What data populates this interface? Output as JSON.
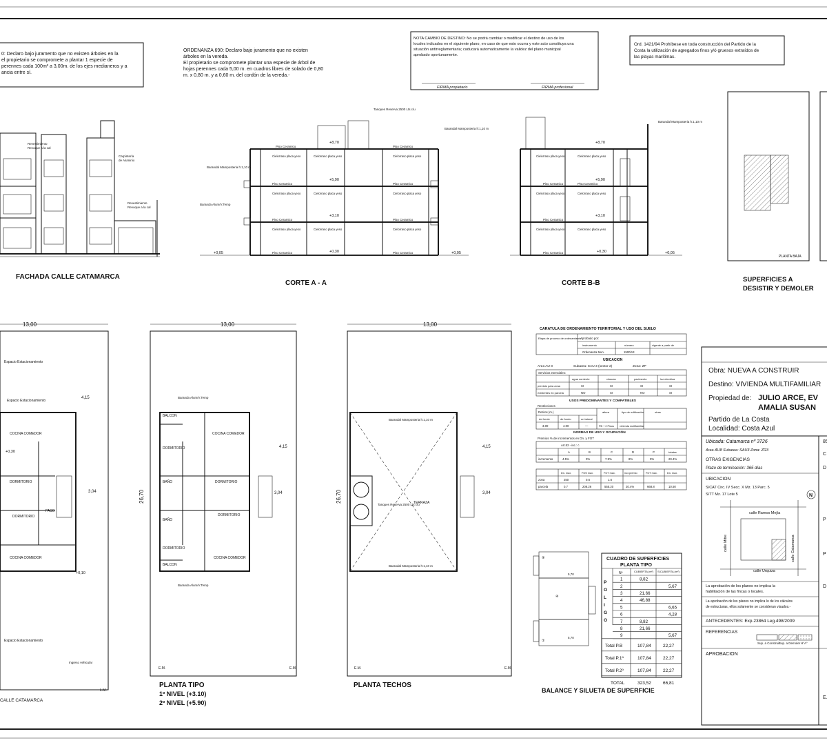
{
  "notes": {
    "left_1": "0: Declaro bajo juramento que no existen árboles en la",
    "left_2": "el propietario se compromete a plantar  1 especie de",
    "left_3": "perennes cada 100m² a 3,00m. de los ejes medianeros y a",
    "left_4": "ancia entre sí.",
    "ord690_1": "ORDENANZA 690: Declaro bajo juramento que no existen",
    "ord690_2": "árboles en la vereda.",
    "ord690_3": "El propietario se compromete  plantar una especie de árbol de",
    "ord690_4": "hojas perennes cada 5,00 m. en cuadros libres de solado de 0,80",
    "ord690_5": "m. x 0,80 m. y a 0,60 m. del cordón de la vereda.-",
    "cambio_1": "NOTA CAMBIO DE DESTINO: No se podrá cambiar o modificar el  destino de uso de los",
    "cambio_2": "locales  indicados en el siguiente plano, en caso de que esto ocurra y este acto constituya una",
    "cambio_3": "situación antirreglamentaria; caducará automaticamente la validez del plano municipal",
    "cambio_4": "aprobado oportunamente.",
    "firma_propietario": "FIRMA propietario",
    "firma_profesional": "FIRMA profesional",
    "ord1421_1": "Ord. 1421/94 Prohíbese en toda construcción del Partido de la",
    "ord1421_2": "Costa la utilización de agregados finos y/ó gruesos extraídos de",
    "ord1421_3": "las playas marítimas."
  },
  "drawings": {
    "fachada": "FACHADA CALLE CATAMARCA",
    "corte_a": "CORTE A - A",
    "corte_b": "CORTE B-B",
    "superficies_1": "SUPERFICIES A",
    "superficies_2": "DESISTIR Y DEMOLER",
    "planta_baja_label": "PLANTA BAJA",
    "calle_catamarca": "CALLE CATAMARCA",
    "planta_tipo": "PLANTA TIPO",
    "nivel_1": "1º NIVEL (+3.10)",
    "nivel_2": "2º NIVEL (+5.90)",
    "planta_techos": "PLANTA TECHOS",
    "balance": "BALANCE Y SILUETA DE SUPERFICIE",
    "dim_13": "13,00",
    "dim_26": "26,70",
    "dim_415": "4,15",
    "dim_304": "3,04",
    "terraza": "TERRAZA",
    "tanques": "Tanques Reserva 2500 Lts c/u",
    "balcon": "BALCON",
    "dormitorio": "DORMITORIO",
    "cocina_comedor": "COCINA COMEDOR",
    "bano": "BAÑO",
    "paso": "PASO",
    "espacio_estac": "Espacio Estacionamiento",
    "piso_ceramico": "Piso Ceramico",
    "cielorraso": "Cielorraso placa yeso",
    "baranda": "Baranda Alum/V.Temp",
    "baranda_mamp": "Barandal Mamposteria h:1,10 m",
    "lm": "L.M.",
    "em": "E.M.",
    "level_870": "+8,70",
    "level_590": "+5,90",
    "level_310": "+3,10",
    "level_030": "+0,30",
    "level_005": "+0,05",
    "ingreso_vehicular": "Ingreso vehicular"
  },
  "caratula": {
    "title": "CARATULA DE ORDENAMIENTO TERRITORIAL Y USO DEL SUELO",
    "etapa": "Etapa de proceso de ordenamiento",
    "aprobado_por": "Aprobado por:",
    "instrumento": "instrumento",
    "numero": "número",
    "vigente": "vigente a partir de",
    "ordenanza": "Ordenanza Mun.",
    "num": "1500/13",
    "ubicacion": "UBICACION",
    "area": "Area  AU 8",
    "subarea": "Subarea:  SAU 3 (sector 2)",
    "zona": "Zona: ZP",
    "servicios": "Servicios esenciales:",
    "agua": "agua corriente",
    "cloacas": "cloacas",
    "pavimento": "pavimento",
    "luz": "luz electrica",
    "previsto": "previsto para zona",
    "existentes": "existentes en parcela",
    "si": "SI",
    "no": "NO",
    "usos": "USOS PREDOMINANTES Y COMPATIBLES",
    "restricciones": "Restricciones",
    "retiros": "Retiros (m.)",
    "de_frente": "de frente",
    "de_fondo": "de fondo",
    "lateral": "un lateral",
    "altura": "altura",
    "tipo_edif": "tipo de edificación",
    "otras": "otras",
    "r1": "3.00",
    "r2": "4.00",
    "r3": "—",
    "r4": "PB + 2 Pisos",
    "r5": "vivienda multifamiliar",
    "normas": "NORMAS DE USO Y OCUPACIÓN",
    "premios": "Premios % de incrementos en Dn. y FOT",
    "art": "Art.52 - inc.: c",
    "inc_headers": [
      "A",
      "B",
      "C",
      "D",
      "P",
      "totales"
    ],
    "incremento": "incremento",
    "inc_values": [
      "4.5%",
      "0%",
      "7.9%",
      "8%",
      "0%",
      "20.4%"
    ],
    "fos_headers": [
      "Dn. max.",
      "FOS max.",
      "FOT max.",
      "incr.premio",
      "FOT max.",
      "Dn. max."
    ],
    "zona_row": [
      "zona",
      "250",
      "0.6",
      "1.6",
      "",
      "",
      ""
    ],
    "parcela_row": [
      "parcela",
      "0.7",
      "208.26",
      "555.20",
      "20.4%",
      "668.8",
      "10.50"
    ]
  },
  "cuadro": {
    "title_1": "CUADRO DE SUPERFICIES",
    "title_2": "PLANTA TIPO",
    "poligonos": "POLIGONOS",
    "headers": [
      "Nº",
      "CUBIERTA (m²)",
      "S/CUBIERTA (m²)"
    ],
    "rows": [
      [
        "1",
        "8,82",
        ""
      ],
      [
        "2",
        "",
        "5,67"
      ],
      [
        "3",
        "21,66",
        ""
      ],
      [
        "4",
        "46,88",
        ""
      ],
      [
        "5",
        "",
        "6,65"
      ],
      [
        "6",
        "",
        "4,28"
      ],
      [
        "7",
        "8,82",
        ""
      ],
      [
        "8",
        "21,66",
        ""
      ],
      [
        "9",
        "",
        "5,67"
      ]
    ],
    "totals": [
      [
        "Total P.B",
        "107,84",
        "22,27"
      ],
      [
        "Total P.1º",
        "107,84",
        "22,27"
      ],
      [
        "Total P.2º",
        "107,84",
        "22,27"
      ],
      [
        "TOTAL",
        "323,52",
        "66,81"
      ]
    ]
  },
  "title_block": {
    "obra": "Obra: NUEVA A CONSTRUIR",
    "destino": "Destino:  VIVIENDA MULTIFAMILIAR",
    "propiedad": "Propiedad de:",
    "owner_1": "JULIO ARCE, EV",
    "owner_2": "AMALIA SUSAN",
    "partido": "Partido de La Costa",
    "localidad": "Localidad:  Costa Azul",
    "ubicada": "Ubicada: Catamarca nº 3726",
    "area_line": "Area AU8     Subarea: SAU3     Zona: ZR3",
    "otras": "OTRAS EXIGENCIAS",
    "plazo": "Plazo de terminación:  365 días",
    "ubicacion": "UBICACION",
    "nom_1": "S/CAT  Circ. IV   Secc. X    Mz. 13    Parc. 5",
    "nom_2": "S/TT                                 Mz. 17    Lote 5",
    "calle_ramos": "calle Ramos Mejía",
    "calle_urquiza": "calle Urquiza",
    "calle_mitre": "calle Mitre",
    "calle_catamarca": "calle Catamarca",
    "aprob_1": "La aprobación de los planos no implica la",
    "aprob_2": "habilitación de las fincas o locales.",
    "aprob_3": "La aprobación de los planos no implica lo de los cálculos",
    "aprob_4": "de estructuras, ellos solamente se consideran visados.-",
    "antecedentes": "ANTECEDENTES:  Exp.23864 Leg.498/2009",
    "referencias": "REFERENCIAS",
    "ref_construir": "Sup. a Construir",
    "ref_demoler": "Sup. a Demoler",
    "ref_hpa": "H°A°",
    "aprobacion": "APROBACION",
    "frag_85": "85",
    "frag_c": "C",
    "frag_d": "D",
    "frag_p": "P",
    "frag_e": "E."
  }
}
